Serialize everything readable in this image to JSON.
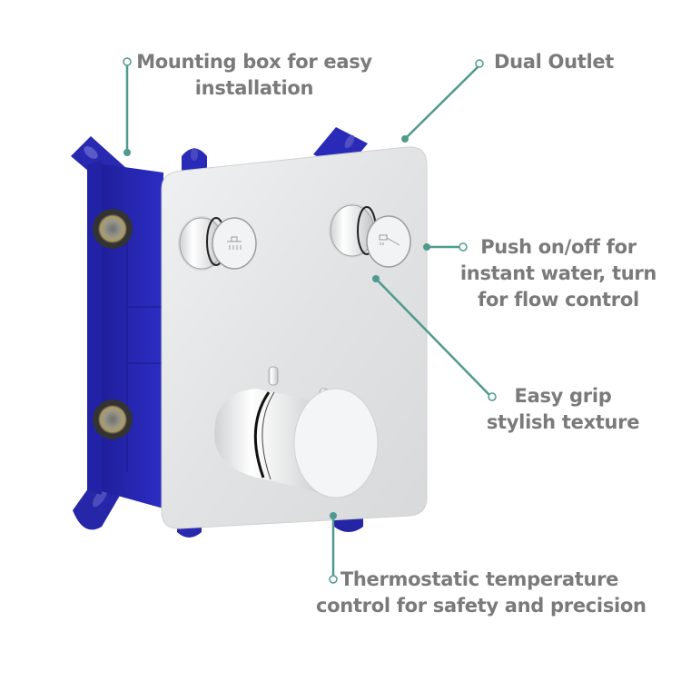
{
  "diagram": {
    "subject": "Thermostatic concealed shower valve with mounting box",
    "accent_color": "#4e9a8e",
    "text_color": "#7a7a7a",
    "box_color": "#2a2ab8",
    "plate_color": "#e4e5e6"
  },
  "callouts": [
    {
      "id": "mounting-box",
      "lines": [
        "Mounting box for easy",
        "installation"
      ]
    },
    {
      "id": "dual-outlet",
      "lines": [
        "Dual Outlet"
      ]
    },
    {
      "id": "push-on-off",
      "lines": [
        "Push on/off for",
        "instant water, turn",
        "for flow control"
      ]
    },
    {
      "id": "easy-grip",
      "lines": [
        "Easy grip",
        "stylish texture"
      ]
    },
    {
      "id": "thermostatic",
      "lines": [
        "Thermostatic temperature",
        "control for safety and precision"
      ]
    }
  ],
  "buttons": [
    {
      "icon": "overhead-shower-icon"
    },
    {
      "icon": "hand-shower-icon"
    }
  ]
}
